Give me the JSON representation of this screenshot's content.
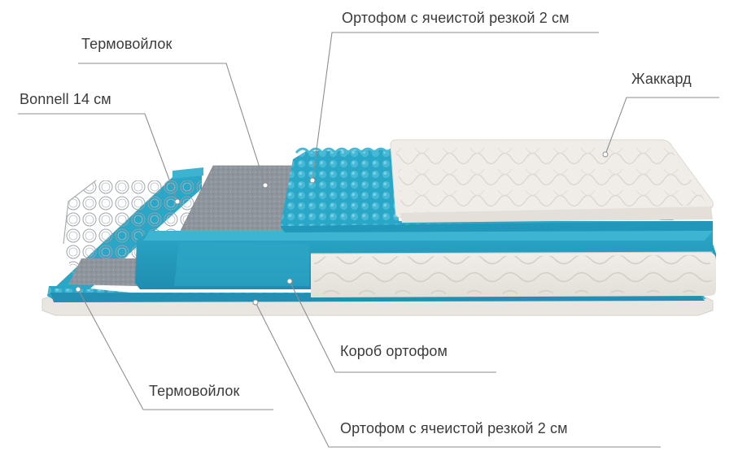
{
  "labels": {
    "orthofoam_top": "Ортофом с ячеистой резкой 2 см",
    "thermofelt_top": "Термовойлок",
    "jacquard": "Жаккард",
    "bonnell": "Bonnell 14 см",
    "box_orthofoam": "Короб ортофом",
    "thermofelt_bottom": "Термовойлок",
    "orthofoam_bottom": "Ортофом с ячеистой резкой 2 см"
  },
  "colors": {
    "foam_blue": "#2aa6c6",
    "felt_gray": "#8e959c",
    "fabric": "#efece8",
    "leader_line": "#8a8f94"
  }
}
